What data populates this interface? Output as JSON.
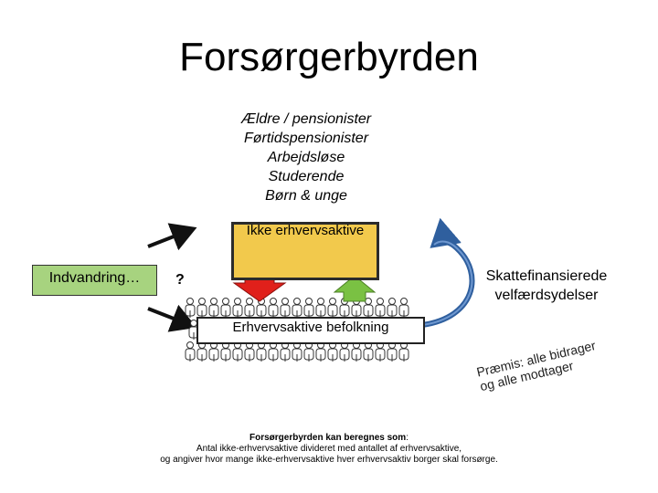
{
  "title": "Forsørgerbyrden",
  "dependent_groups": [
    "Ældre / pensionister",
    "Førtidspensionister",
    "Arbejdsløse",
    "Studerende",
    "Børn & unge"
  ],
  "inactive_label": "Ikke erhvervsaktive",
  "immigration_label": "Indvandring…",
  "question_mark": "?",
  "welfare_label_line1": "Skattefinansierede",
  "welfare_label_line2": "velfærdsydelser",
  "active_label": "Erhvervsaktive befolkning",
  "premise_line1": "Præmis: alle bidrager",
  "premise_line2": "og alle modtager",
  "footer": {
    "line1": "Forsørgerbyrden kan beregnes som:",
    "line2": "Antal ikke-erhvervsaktive divideret med antallet af erhvervsaktive,",
    "line3": "og angiver hvor mange ikke-erhvervsaktive hver erhvervsaktiv borger skal forsørge."
  },
  "colors": {
    "inactive_fill": "#f2c94c",
    "immigration_fill": "#a7d37f",
    "down_arrow": "#e0201b",
    "up_arrow": "#7ac143",
    "cycle_arrow": "#2f5f9e"
  }
}
